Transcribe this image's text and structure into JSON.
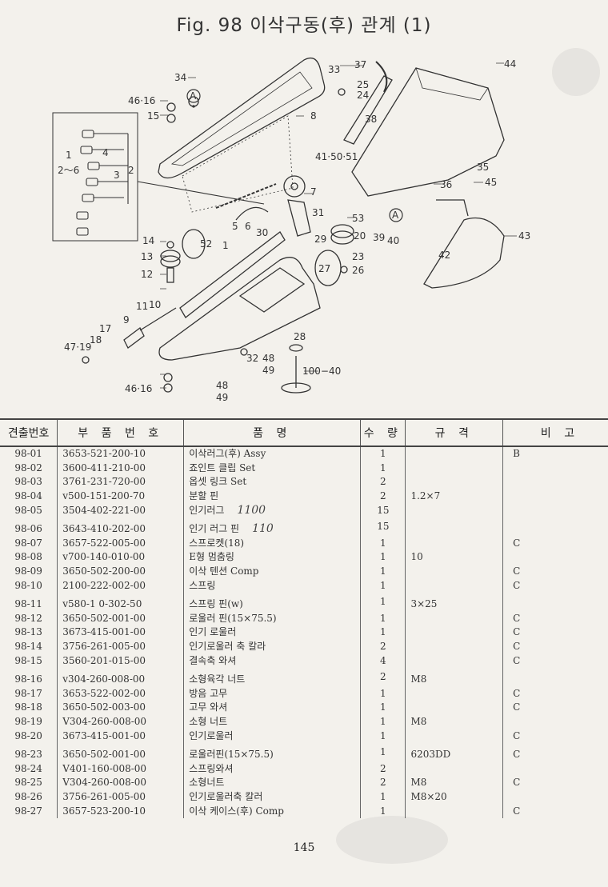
{
  "title": "Fig. 98  이삭구동(후) 관계 (1)",
  "callouts": [
    "1",
    "2～6",
    "2",
    "3",
    "4",
    "1",
    "2",
    "3",
    "5",
    "6",
    "7",
    "8",
    "9",
    "10",
    "11",
    "12",
    "13",
    "14",
    "15",
    "17",
    "18",
    "20",
    "23",
    "24",
    "25",
    "26",
    "27",
    "28",
    "29",
    "30",
    "31",
    "32",
    "33",
    "34",
    "35",
    "36",
    "37",
    "38",
    "39",
    "40",
    "41·50·51",
    "42",
    "43",
    "44",
    "45",
    "46·16",
    "47·19",
    "48",
    "49",
    "52",
    "53",
    "100−40",
    "A"
  ],
  "columns": {
    "no": "견출번호",
    "part_no": "부  품  번  호",
    "name": "품                    명",
    "qty": "수  량",
    "spec": "규     격",
    "note": "비     고"
  },
  "rows": [
    {
      "no": "98-01",
      "part_no": "3653-521-200-10",
      "name": "이삭러그(후) Assy",
      "qty": "1",
      "spec": "",
      "note": "B",
      "hand": ""
    },
    {
      "no": "98-02",
      "part_no": "3600-411-210-00",
      "name": "죠인트 클립 Set",
      "qty": "1",
      "spec": "",
      "note": "",
      "hand": ""
    },
    {
      "no": "98-03",
      "part_no": "3761-231-720-00",
      "name": "옵셋 링크 Set",
      "qty": "2",
      "spec": "",
      "note": "",
      "hand": ""
    },
    {
      "no": "98-04",
      "part_no": "v500-151-200-70",
      "name": "분할 핀",
      "qty": "2",
      "spec": "1.2×7",
      "note": "",
      "hand": ""
    },
    {
      "no": "98-05",
      "part_no": "3504-402-221-00",
      "name": "인기러그",
      "qty": "15",
      "spec": "",
      "note": "",
      "hand": "1100"
    },
    {
      "no": "98-06",
      "part_no": "3643-410-202-00",
      "name": "인기 러그 핀",
      "qty": "15",
      "spec": "",
      "note": "",
      "hand": "110"
    },
    {
      "no": "98-07",
      "part_no": "3657-522-005-00",
      "name": "스프로켓(18)",
      "qty": "1",
      "spec": "",
      "note": "C",
      "hand": ""
    },
    {
      "no": "98-08",
      "part_no": "v700-140-010-00",
      "name": "E형 멈춤링",
      "qty": "1",
      "spec": "10",
      "note": "",
      "hand": ""
    },
    {
      "no": "98-09",
      "part_no": "3650-502-200-00",
      "name": "이삭 텐션 Comp",
      "qty": "1",
      "spec": "",
      "note": "C",
      "hand": ""
    },
    {
      "no": "98-10",
      "part_no": "2100-222-002-00",
      "name": "스프링",
      "qty": "1",
      "spec": "",
      "note": "C",
      "hand": ""
    },
    {
      "no": "98-11",
      "part_no": "v580-1 0-302-50",
      "name": "스프링 핀(w)",
      "qty": "1",
      "spec": "3×25",
      "note": "",
      "hand": ""
    },
    {
      "no": "98-12",
      "part_no": "3650-502-001-00",
      "name": "로울러 핀(15×75.5)",
      "qty": "1",
      "spec": "",
      "note": "C",
      "hand": ""
    },
    {
      "no": "98-13",
      "part_no": "3673-415-001-00",
      "name": "인기 로울러",
      "qty": "1",
      "spec": "",
      "note": "C",
      "hand": ""
    },
    {
      "no": "98-14",
      "part_no": "3756-261-005-00",
      "name": "인기로울러 축 칼라",
      "qty": "2",
      "spec": "",
      "note": "C",
      "hand": ""
    },
    {
      "no": "98-15",
      "part_no": "3560-201-015-00",
      "name": "결속축 와셔",
      "qty": "4",
      "spec": "",
      "note": "C",
      "hand": ""
    },
    {
      "no": "98-16",
      "part_no": "v304-260-008-00",
      "name": "소형육각 너트",
      "qty": "2",
      "spec": "M8",
      "note": "",
      "hand": ""
    },
    {
      "no": "98-17",
      "part_no": "3653-522-002-00",
      "name": "방음 고무",
      "qty": "1",
      "spec": "",
      "note": "C",
      "hand": ""
    },
    {
      "no": "98-18",
      "part_no": "3650-502-003-00",
      "name": "고무 와셔",
      "qty": "1",
      "spec": "",
      "note": "C",
      "hand": ""
    },
    {
      "no": "98-19",
      "part_no": "V304-260-008-00",
      "name": "소형 너트",
      "qty": "1",
      "spec": "M8",
      "note": "",
      "hand": ""
    },
    {
      "no": "98-20",
      "part_no": "3673-415-001-00",
      "name": "인기로울러",
      "qty": "1",
      "spec": "",
      "note": "C",
      "hand": ""
    },
    {
      "no": "98-23",
      "part_no": "3650-502-001-00",
      "name": "로울러핀(15×75.5)",
      "qty": "1",
      "spec": "6203DD",
      "note": "C",
      "hand": ""
    },
    {
      "no": "98-24",
      "part_no": "V401-160-008-00",
      "name": "스프링와셔",
      "qty": "2",
      "spec": "",
      "note": "",
      "hand": ""
    },
    {
      "no": "98-25",
      "part_no": "V304-260-008-00",
      "name": "소형너트",
      "qty": "2",
      "spec": "M8",
      "note": "C",
      "hand": ""
    },
    {
      "no": "98-26",
      "part_no": "3756-261-005-00",
      "name": "인기로울러축 칼러",
      "qty": "1",
      "spec": "M8×20",
      "note": "",
      "hand": ""
    },
    {
      "no": "98-27",
      "part_no": "3657-523-200-10",
      "name": "이삭 케이스(후) Comp",
      "qty": "1",
      "spec": "",
      "note": "C",
      "hand": ""
    }
  ],
  "page_number": "145"
}
